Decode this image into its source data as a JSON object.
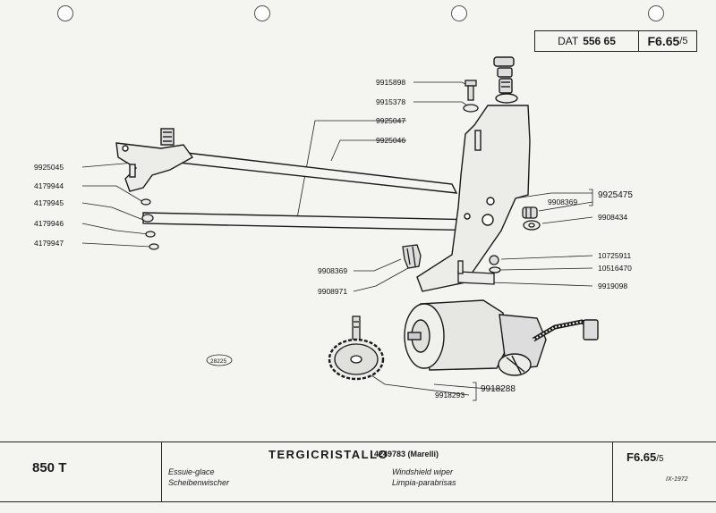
{
  "header": {
    "dat_label": "DAT",
    "dat_number": "556 65",
    "sheet_code": "F6.65",
    "sheet_suffix": "/5"
  },
  "diagram": {
    "callouts": {
      "p9915898": "9915898",
      "p9915378": "9915378",
      "p9925047": "9925047",
      "p9925046": "9925046",
      "p9925045": "9925045",
      "p4179944": "4179944",
      "p4179945": "4179945",
      "p4179946": "4179946",
      "p4179947": "4179947",
      "p9925475": "9925475",
      "p9908369a": "9908369",
      "p9908434": "9908434",
      "p10725911": "10725911",
      "p10516470": "10516470",
      "p9919098": "9919098",
      "p9908369b": "9908369",
      "p9908971": "9908971",
      "p9918288": "9918288",
      "p9918293": "9918293",
      "drawing_no": "28225"
    }
  },
  "footer": {
    "model": "850 T",
    "title": "TERGICRISTALLO",
    "part_number_note": "4249783 (Marelli)",
    "french": "Essuie-glace",
    "german": "Scheibenwischer",
    "english": "Windshield wiper",
    "spanish": "Limpia-parabrisas",
    "sheet_code": "F6.65",
    "sheet_suffix": "/5",
    "date": "IX-1972"
  }
}
